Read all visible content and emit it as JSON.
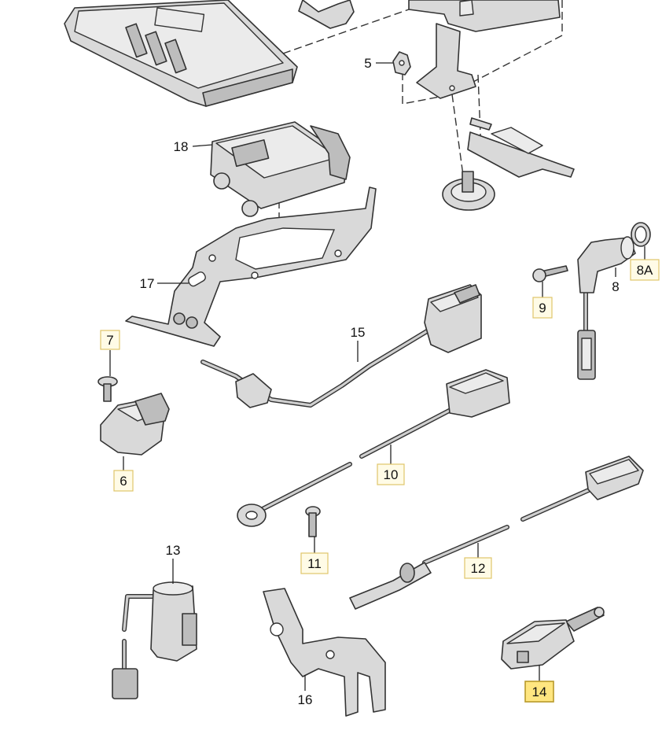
{
  "callouts": [
    {
      "id": "c5",
      "text": "5",
      "boxed": false,
      "highlight": false
    },
    {
      "id": "c18",
      "text": "18",
      "boxed": false,
      "highlight": false
    },
    {
      "id": "c17",
      "text": "17",
      "boxed": false,
      "highlight": false
    },
    {
      "id": "c15",
      "text": "15",
      "boxed": false,
      "highlight": false
    },
    {
      "id": "c7",
      "text": "7",
      "boxed": true,
      "highlight": false
    },
    {
      "id": "c6",
      "text": "6",
      "boxed": true,
      "highlight": false
    },
    {
      "id": "c9",
      "text": "9",
      "boxed": true,
      "highlight": false
    },
    {
      "id": "c8",
      "text": "8",
      "boxed": false,
      "highlight": false
    },
    {
      "id": "c8A",
      "text": "8A",
      "boxed": true,
      "highlight": false
    },
    {
      "id": "c10",
      "text": "10",
      "boxed": true,
      "highlight": false
    },
    {
      "id": "c13",
      "text": "13",
      "boxed": false,
      "highlight": false
    },
    {
      "id": "c11",
      "text": "11",
      "boxed": true,
      "highlight": false
    },
    {
      "id": "c12",
      "text": "12",
      "boxed": true,
      "highlight": false
    },
    {
      "id": "c16",
      "text": "16",
      "boxed": false,
      "highlight": false
    },
    {
      "id": "c14",
      "text": "14",
      "boxed": true,
      "highlight": true
    }
  ],
  "colors": {
    "part_fill": "#d9d9d9",
    "outline": "#333333",
    "label_box": "#fffbe6",
    "label_highlight": "#ffe680"
  }
}
